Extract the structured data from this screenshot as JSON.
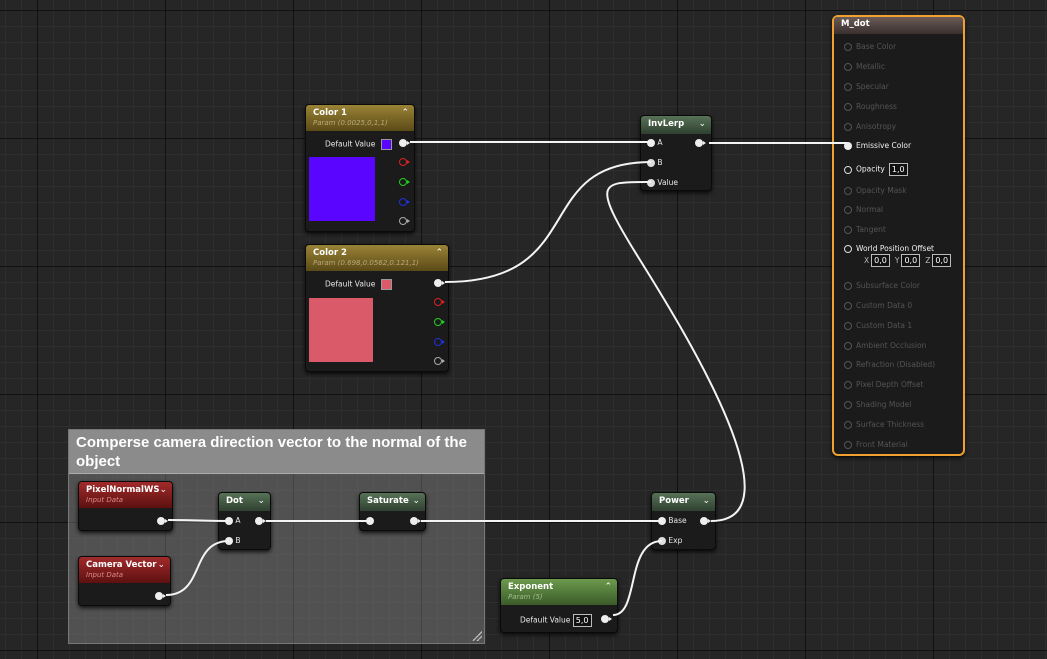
{
  "comment": {
    "title": "Comperse camera direction vector to the normal of the object"
  },
  "color1": {
    "title": "Color 1",
    "subtitle": "Param (0.0025,0,1,1)",
    "default_label": "Default Value",
    "color": "#5a05ff"
  },
  "color2": {
    "title": "Color 2",
    "subtitle": "Param (0.698,0.0562,0.121,1)",
    "default_label": "Default Value",
    "color": "#db5a69"
  },
  "invlerp": {
    "title": "InvLerp",
    "pins": [
      "A",
      "B",
      "Value"
    ]
  },
  "pixelnormal": {
    "title": "PixelNormalWS",
    "subtitle": "Input Data"
  },
  "camera": {
    "title": "Camera Vector",
    "subtitle": "Input Data"
  },
  "dot": {
    "title": "Dot",
    "pins": [
      "A",
      "B"
    ]
  },
  "saturate": {
    "title": "Saturate"
  },
  "power": {
    "title": "Power",
    "pins": [
      "Base",
      "Exp"
    ]
  },
  "exponent": {
    "title": "Exponent",
    "subtitle": "Param (5)",
    "default_label": "Default Value",
    "value": "5,0"
  },
  "material": {
    "title": "M_dot",
    "pins": [
      {
        "label": "Base Color",
        "active": false
      },
      {
        "label": "Metallic",
        "active": false
      },
      {
        "label": "Specular",
        "active": false
      },
      {
        "label": "Roughness",
        "active": false
      },
      {
        "label": "Anisotropy",
        "active": false
      },
      {
        "label": "Emissive Color",
        "active": true
      },
      {
        "label": "Opacity",
        "active": true
      },
      {
        "label": "Opacity Mask",
        "active": false
      },
      {
        "label": "Normal",
        "active": false
      },
      {
        "label": "Tangent",
        "active": false
      },
      {
        "label": "World Position Offset",
        "active": true
      },
      {
        "label": "Subsurface Color",
        "active": false
      },
      {
        "label": "Custom Data 0",
        "active": false
      },
      {
        "label": "Custom Data 1",
        "active": false
      },
      {
        "label": "Ambient Occlusion",
        "active": false
      },
      {
        "label": "Refraction (Disabled)",
        "active": false
      },
      {
        "label": "Pixel Depth Offset",
        "active": false
      },
      {
        "label": "Shading Model",
        "active": false
      },
      {
        "label": "Surface Thickness",
        "active": false
      },
      {
        "label": "Front Material",
        "active": false
      }
    ],
    "opacity_value": "1,0",
    "wpo": {
      "x_label": "X",
      "x": "0,0",
      "y_label": "Y",
      "y": "0,0",
      "z_label": "Z",
      "z": "0,0"
    }
  },
  "colors": {
    "accent_selected": "#f0a030",
    "wire": "#f4f4f4"
  }
}
